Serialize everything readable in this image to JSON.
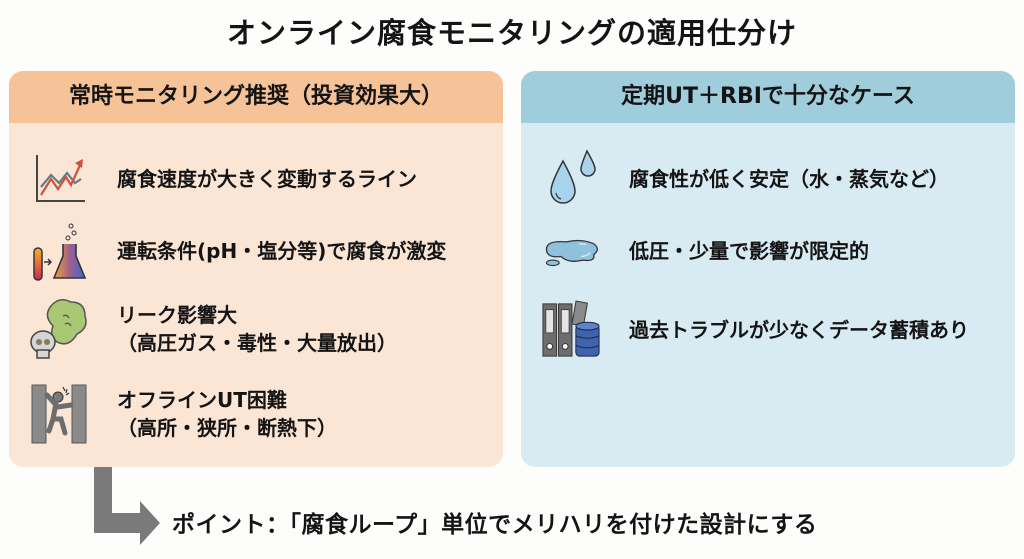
{
  "title": "オンライン腐食モニタリングの適用仕分け",
  "left_panel": {
    "header": "常時モニタリング推奨（投資効果大）",
    "accent_color": "#f6c298",
    "items": [
      {
        "icon": "trend-chart-icon",
        "lines": [
          "腐食速度が大きく変動するライン"
        ]
      },
      {
        "icon": "test-tube-flask-icon",
        "lines": [
          "運転条件(pH・塩分等)で腐食が激変"
        ]
      },
      {
        "icon": "toxic-gas-skull-icon",
        "lines": [
          "リーク影響大",
          "（高圧ガス・毒性・大量放出）"
        ]
      },
      {
        "icon": "worker-narrow-space-icon",
        "lines": [
          "オフラインUT困難",
          "（高所・狭所・断熱下）"
        ]
      }
    ]
  },
  "right_panel": {
    "header": "定期UT＋RBIで十分なケース",
    "accent_color": "#9fcddc",
    "items": [
      {
        "icon": "water-drops-icon",
        "lines": [
          "腐食性が低く安定（水・蒸気など）"
        ]
      },
      {
        "icon": "puddle-icon",
        "lines": [
          "低圧・少量で影響が限定的"
        ]
      },
      {
        "icon": "binders-database-icon",
        "lines": [
          "過去トラブルが少なくデータ蓄積あり"
        ]
      }
    ]
  },
  "point": "ポイント：「腐食ループ」単位でメリハリを付けた設計にする"
}
